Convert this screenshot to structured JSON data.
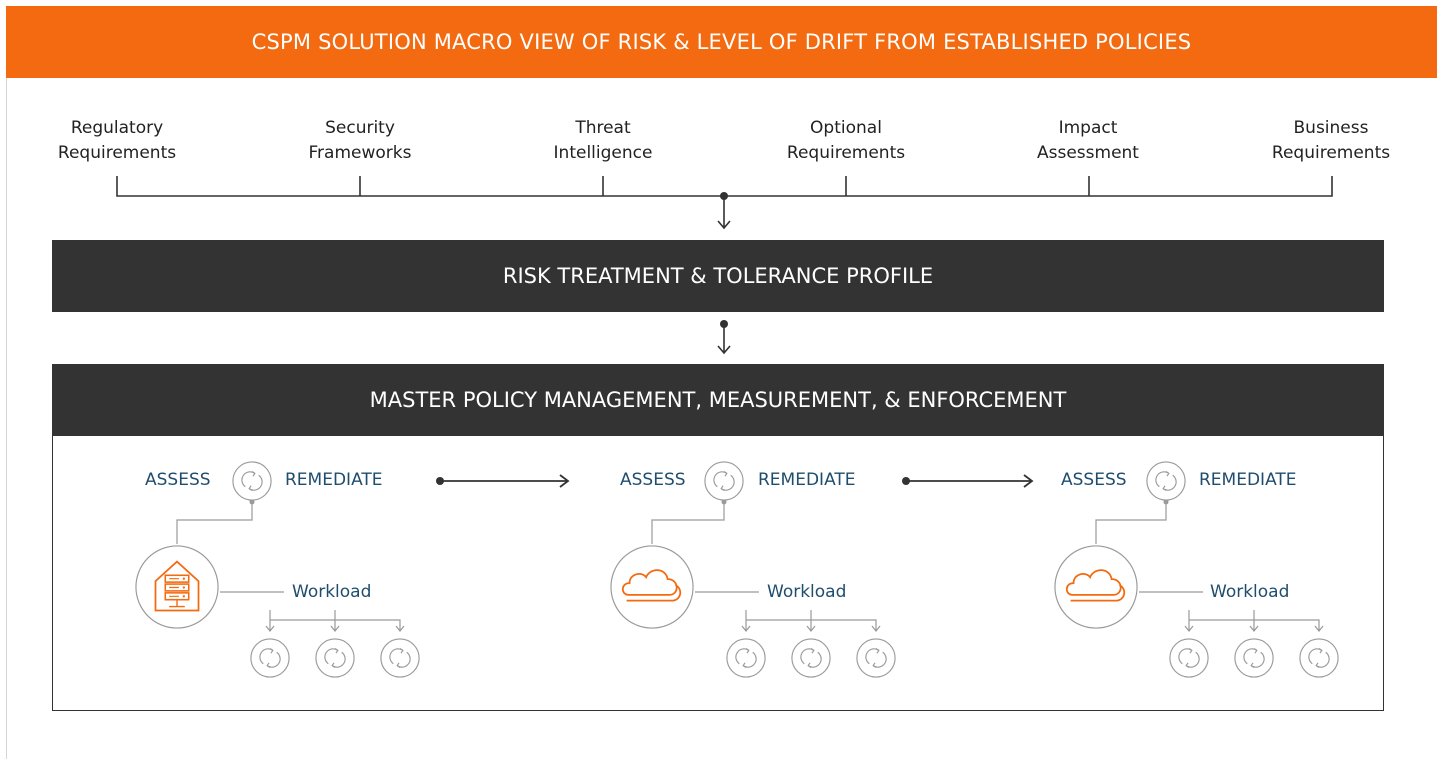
{
  "title": "CSPM SOLUTION MACRO VIEW OF RISK & LEVEL OF DRIFT FROM ESTABLISHED POLICIES",
  "sources": [
    {
      "line1": "Regulatory",
      "line2": "Requirements"
    },
    {
      "line1": "Security",
      "line2": "Frameworks"
    },
    {
      "line1": "Threat",
      "line2": "Intelligence"
    },
    {
      "line1": "Optional",
      "line2": "Requirements"
    },
    {
      "line1": "Impact",
      "line2": "Assessment"
    },
    {
      "line1": "Business",
      "line2": "Requirements"
    }
  ],
  "risk_profile": "RISK TREATMENT & TOLERANCE PROFILE",
  "master_policy": "MASTER POLICY MANAGEMENT, MEASUREMENT, & ENFORCEMENT",
  "stages": [
    {
      "assess": "ASSESS",
      "remediate": "REMEDIATE",
      "workload": "Workload",
      "icon": "datacenter-icon"
    },
    {
      "assess": "ASSESS",
      "remediate": "REMEDIATE",
      "workload": "Workload",
      "icon": "cloud-icon"
    },
    {
      "assess": "ASSESS",
      "remediate": "REMEDIATE",
      "workload": "Workload",
      "icon": "cloud-icon"
    }
  ],
  "colors": {
    "banner": "#f36a10",
    "bar": "#333333",
    "label": "#1f4d6e",
    "icon_accent": "#f36a10",
    "line": "#9a9a9a"
  }
}
